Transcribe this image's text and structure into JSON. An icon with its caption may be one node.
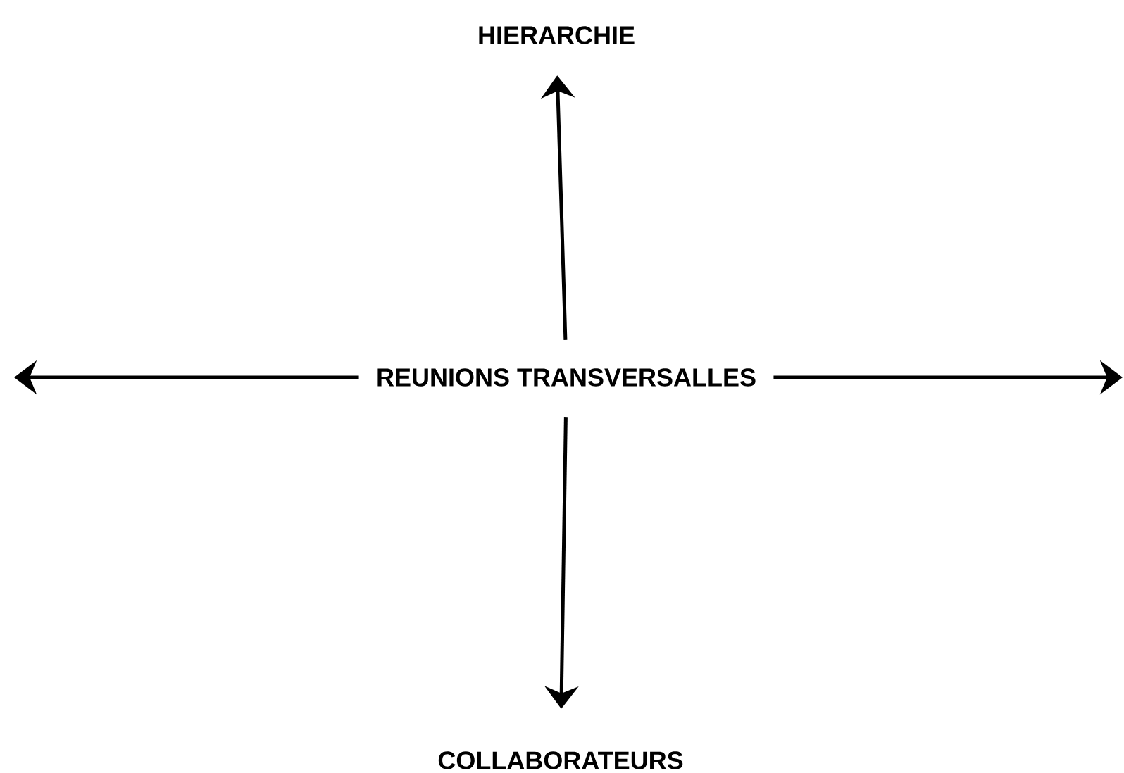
{
  "diagram": {
    "nodes": [
      {
        "text": [
          "REUNIONS TRANSVERSALLES"
        ]
      },
      {
        "text": [
          "HIERARCHIE"
        ]
      },
      {
        "text": [
          "COLLABORATEURS"
        ]
      }
    ],
    "edges": [
      {
        "from": 0,
        "to": 1,
        "arrow": "to"
      },
      {
        "from": 0,
        "to": null,
        "arrow": "to"
      },
      {
        "from": 0,
        "to": null,
        "arrow": "to"
      },
      {
        "from": 0,
        "to": 2,
        "arrow": "to"
      }
    ]
  }
}
